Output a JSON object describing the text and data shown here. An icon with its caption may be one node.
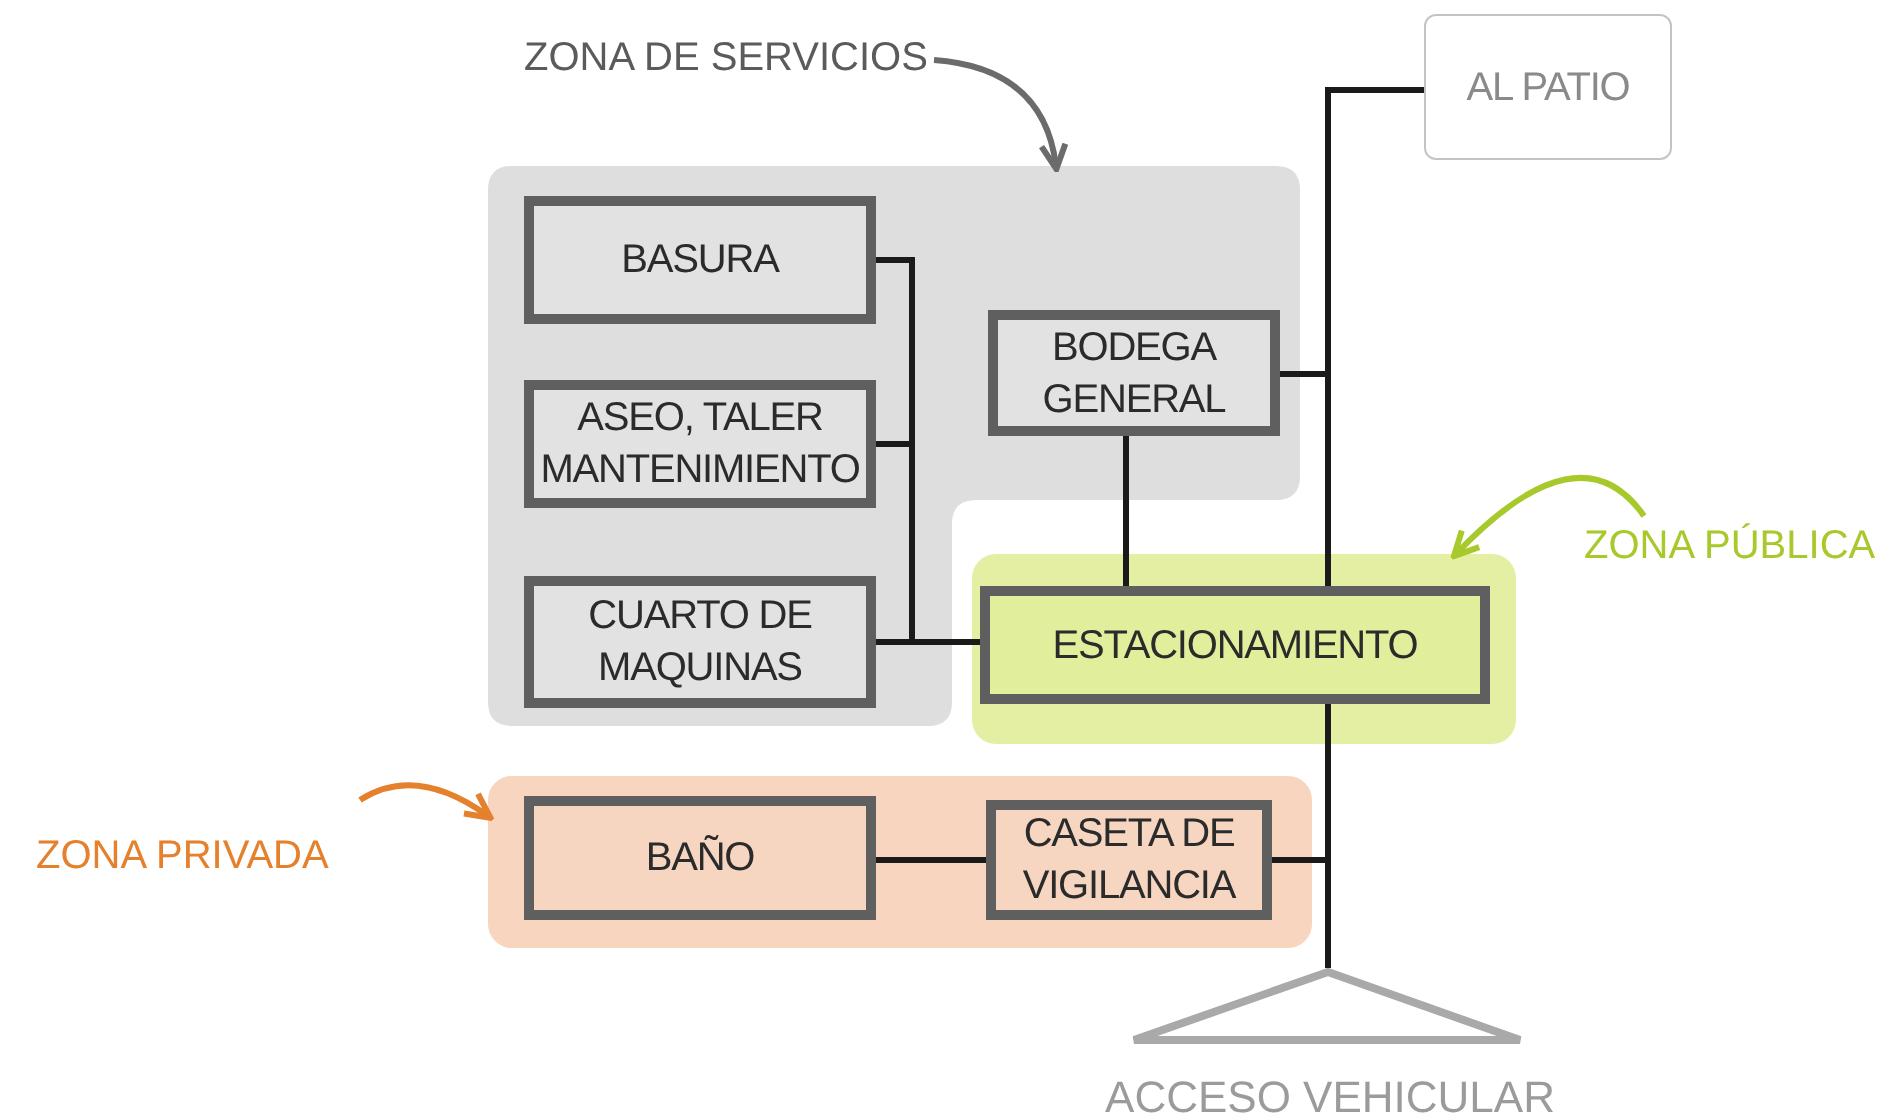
{
  "diagram": {
    "nodes": [
      {
        "text": [
          "ZONA DE SERVICIOS"
        ]
      },
      {
        "text": [],
        "shape": "box"
      },
      {
        "text": [
          "BASURA"
        ],
        "in": 1
      },
      {
        "text": [
          "ASEO, TALER MANTENIMIENTO"
        ],
        "in": 1
      },
      {
        "text": [
          "CUARTO DE MAQUINAS"
        ],
        "in": 1
      },
      {
        "text": [
          "BODEGA GENERAL"
        ],
        "in": 1
      },
      {
        "text": [
          "AL PATIO"
        ]
      },
      {
        "text": [
          "ZONA PÚBLICA"
        ]
      },
      {
        "text": [],
        "shape": "box"
      },
      {
        "text": [
          "ESTACIONAMIENTO"
        ],
        "in": 8
      },
      {
        "text": [
          "ZONA PRIVADA"
        ]
      },
      {
        "text": [],
        "shape": "box"
      },
      {
        "text": [
          "BAÑO"
        ],
        "in": 11
      },
      {
        "text": [
          "CASETA DE VIGILANCIA"
        ],
        "in": 11
      },
      {
        "text": [
          "ACCESO VEHICULAR"
        ]
      }
    ],
    "edges": [
      {
        "from": 0,
        "to": 1,
        "arrow": "to",
        "color": "#6b6b6b"
      },
      {
        "from": 7,
        "to": 8,
        "arrow": "to",
        "color": "#a8c92c"
      },
      {
        "from": 10,
        "to": 11,
        "arrow": "to",
        "color": "#e5802c"
      },
      {
        "from": 2,
        "to": 9,
        "arrow": "none"
      },
      {
        "from": 3,
        "to": 9,
        "arrow": "none"
      },
      {
        "from": 4,
        "to": 9,
        "arrow": "none"
      },
      {
        "from": 5,
        "to": 9,
        "arrow": "none"
      },
      {
        "from": 9,
        "to": 6,
        "arrow": "none"
      },
      {
        "from": 5,
        "to": 6,
        "arrow": "none"
      },
      {
        "from": 12,
        "to": 13,
        "arrow": "none"
      },
      {
        "from": 9,
        "to": 14,
        "arrow": "none"
      },
      {
        "from": 13,
        "to": 14,
        "arrow": "none"
      }
    ]
  }
}
